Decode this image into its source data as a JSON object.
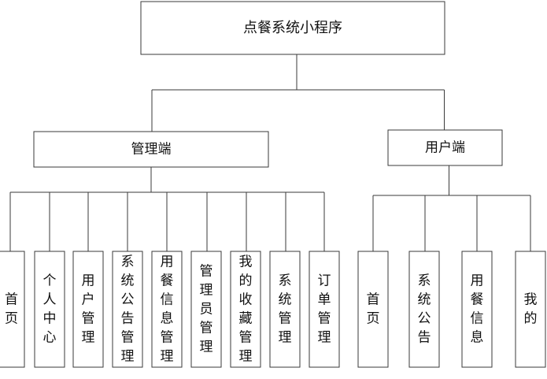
{
  "root": {
    "label": "点餐系统小程序"
  },
  "branches": [
    {
      "label": "管理端",
      "modules": [
        {
          "label": "首页"
        },
        {
          "label": "个人中心"
        },
        {
          "label": "用户管理"
        },
        {
          "label": "系统公告管理"
        },
        {
          "label": "用餐信息管理"
        },
        {
          "label": "管理员管理"
        },
        {
          "label": "我的收藏管理"
        },
        {
          "label": "系统管理"
        },
        {
          "label": "订单管理"
        }
      ]
    },
    {
      "label": "用户端",
      "modules": [
        {
          "label": "首页"
        },
        {
          "label": "系统公告"
        },
        {
          "label": "用餐信息"
        },
        {
          "label": "我的"
        }
      ]
    }
  ]
}
